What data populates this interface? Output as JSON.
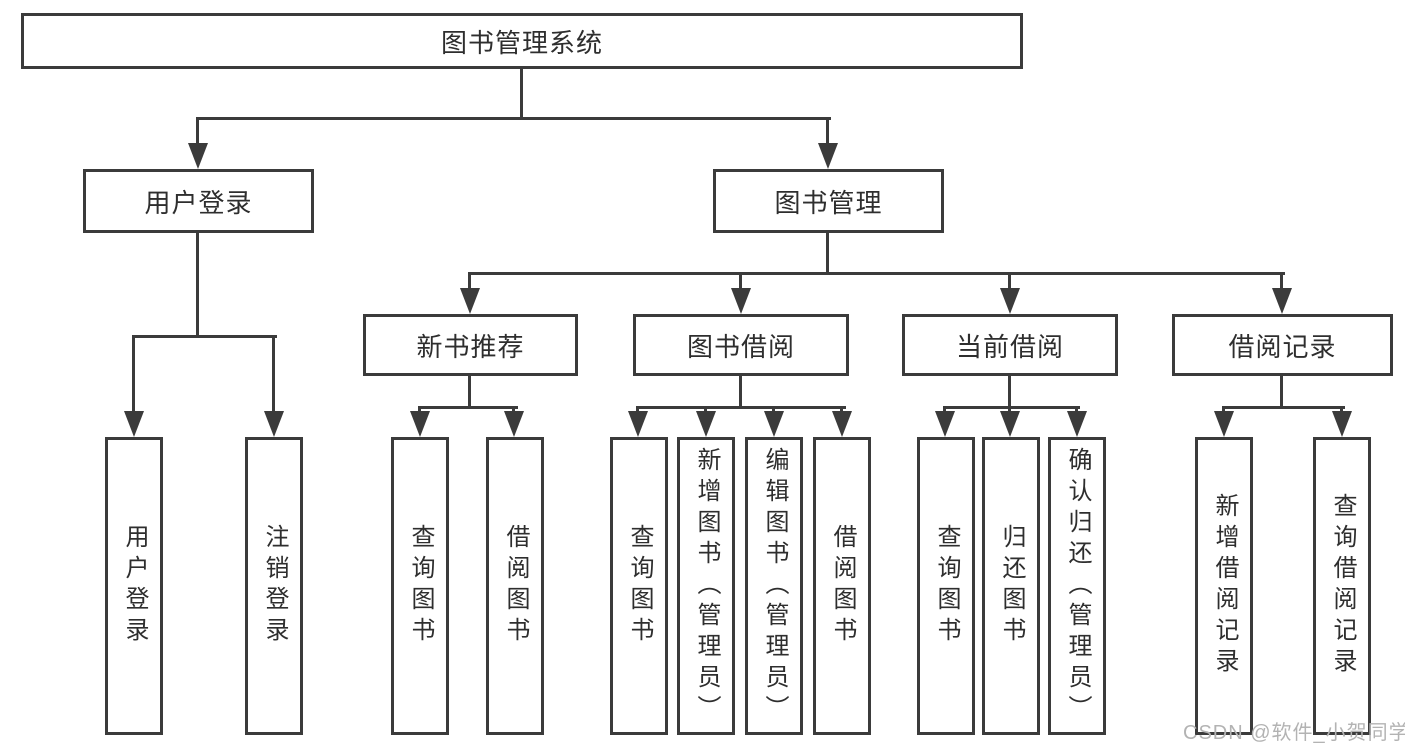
{
  "diagram": {
    "root": {
      "label": "图书管理系统"
    },
    "level2": [
      {
        "label": "用户登录"
      },
      {
        "label": "图书管理"
      }
    ],
    "level3": [
      {
        "label": "新书推荐"
      },
      {
        "label": "图书借阅"
      },
      {
        "label": "当前借阅"
      },
      {
        "label": "借阅记录"
      }
    ],
    "leaves": {
      "user_login": [
        "用户登录",
        "注销登录"
      ],
      "new_book": [
        "查询图书",
        "借阅图书"
      ],
      "book_borrow": [
        "查询图书",
        "新增图书（管理员）",
        "编辑图书（管理员）",
        "借阅图书"
      ],
      "current_borrow": [
        "查询图书",
        "归还图书",
        "确认归还（管理员）"
      ],
      "borrow_record": [
        "新增借阅记录",
        "查询借阅记录"
      ]
    }
  },
  "watermark": {
    "text": "CSDN @软件_小贺同学"
  },
  "colors": {
    "line": "#3b3b3b",
    "text": "#2e2e2e",
    "watermark": "#b3b3b3",
    "bg": "#ffffff"
  }
}
